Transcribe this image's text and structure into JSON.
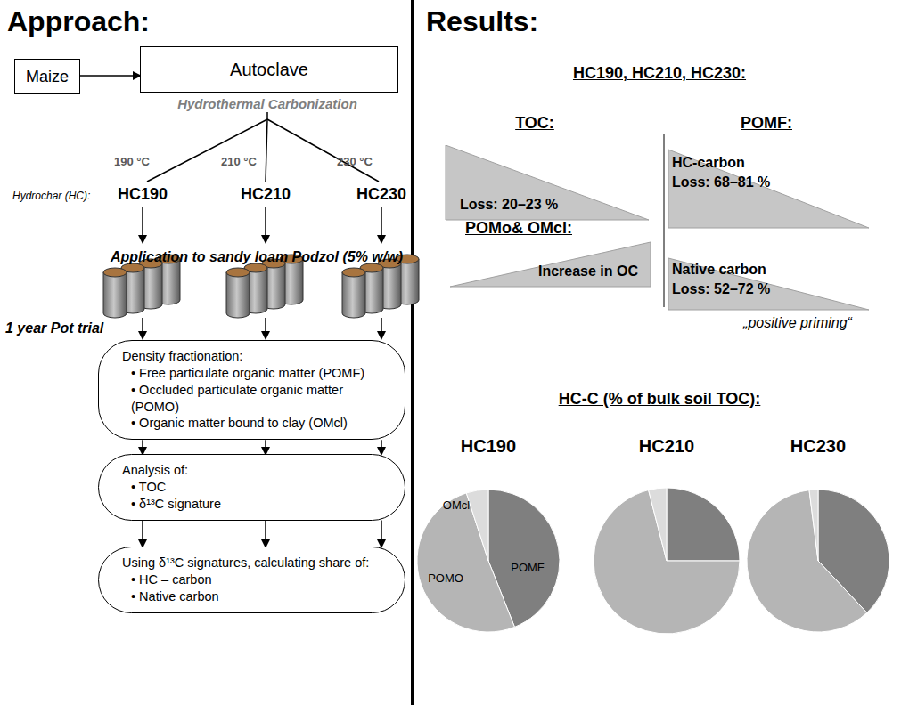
{
  "diagram": {
    "nodes": [
      {
        "text": [
          "Maize"
        ]
      },
      {
        "text": [
          "Autoclave"
        ]
      },
      {
        "text": [
          "Density fractionation:",
          "• Free particulate organic matter (POMF)",
          "• Occluded particulate organic matter (POMO)",
          "• Organic matter bound to clay (OMcl)"
        ]
      },
      {
        "text": [
          "Analysis of:",
          "• TOC",
          "• δ¹³C signature"
        ]
      },
      {
        "text": [
          "Using δ¹³C signatures, calculating share of:",
          "• HC – carbon",
          "• Native carbon"
        ]
      },
      {
        "text": [
          "Loss: 20–23 %"
        ]
      },
      {
        "text": [
          "HC-carbon",
          "Loss: 68–81 %"
        ]
      },
      {
        "text": [
          "Increase in OC"
        ]
      },
      {
        "text": [
          "Native carbon",
          "Loss: 52–72 %"
        ]
      }
    ],
    "edges": [
      {
        "from": 0,
        "to": 1,
        "arrow": "to"
      },
      {
        "from": 2,
        "to": 3,
        "arrow": "to"
      },
      {
        "from": 2,
        "to": 3,
        "arrow": "to"
      },
      {
        "from": 2,
        "to": 3,
        "arrow": "to"
      },
      {
        "from": 3,
        "to": 4,
        "arrow": "to"
      },
      {
        "from": 3,
        "to": 4,
        "arrow": "to"
      },
      {
        "from": 3,
        "to": 4,
        "arrow": "to"
      }
    ],
    "labels": [
      "Approach:",
      "Hydrothermal Carbonization",
      "190 °C",
      "210 °C",
      "230 °C",
      "Hydrochar (HC):",
      "HC190",
      "HC210",
      "HC230",
      "Application to sandy loam Podzol (5% w/w)",
      "1 year Pot trial",
      "Results:",
      "HC190, HC210, HC230:",
      "TOC:",
      "POMF:",
      "POMo& OMcl:",
      "„positive priming“",
      "HC-C (% of bulk soil TOC):",
      "HC190",
      "HC210",
      "HC230",
      "OMcl",
      "POMO",
      "POMF"
    ]
  }
}
